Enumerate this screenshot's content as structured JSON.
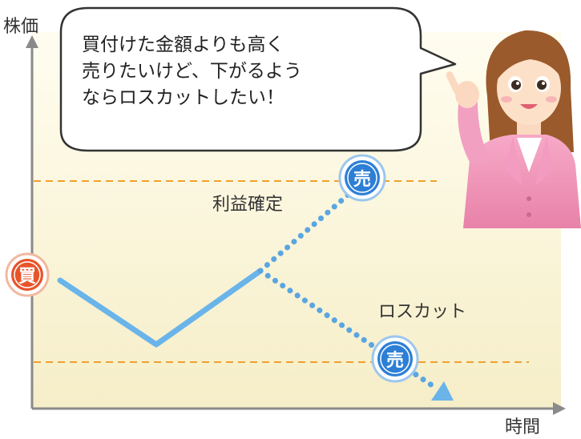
{
  "axes": {
    "y_label": "株価",
    "x_label": "時間"
  },
  "speech_bubble": {
    "lines": [
      "買付けた金額よりも高く",
      "売りたいけど、下がるよう",
      "ならロスカットしたい！"
    ]
  },
  "markers": {
    "buy": "買",
    "sell_top": "売",
    "sell_bottom": "売"
  },
  "annotations": {
    "profit_taking": "利益確定",
    "stop_loss": "ロスカット"
  },
  "colors": {
    "price_line": "#6ab4ea",
    "dotted_path": "#5aa6e0",
    "guide_line": "#f0a030",
    "buy_marker": "#e8542a",
    "sell_marker": "#2d7fd6",
    "bubble_border": "#333333"
  }
}
